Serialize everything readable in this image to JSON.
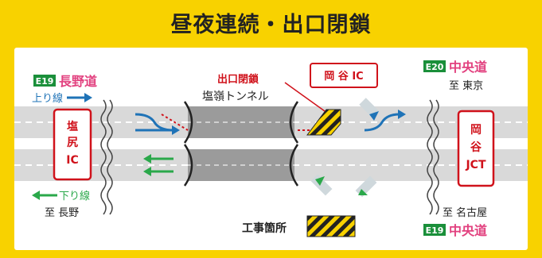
{
  "title": "昼夜連続・出口閉鎖",
  "left": {
    "route_code": "E19",
    "route_name": "長野道",
    "up_line": "上り線",
    "down_line": "下り線",
    "destination": "至 長野",
    "ic": [
      "塩",
      "尻",
      "IC"
    ]
  },
  "right": {
    "top_route_code": "E20",
    "top_route_name": "中央道",
    "top_destination": "至 東京",
    "bottom_destination": "至 名古屋",
    "bottom_route_code": "E19",
    "bottom_route_name": "中央道",
    "jct": [
      "岡",
      "谷",
      "JCT"
    ]
  },
  "center": {
    "tunnel": "塩嶺トンネル",
    "exit_closed": "出口閉鎖",
    "okaya_ic": "岡 谷 IC",
    "construction_legend": "工事箇所"
  },
  "colors": {
    "frame": "#f8d200",
    "route_pink": "#e2417f",
    "up_blue": "#1f73b7",
    "down_green": "#2aa84a",
    "closed_red": "#d0121b",
    "road_gray": "#d9d9d9",
    "tunnel_gray": "#9b9b9b",
    "shield_green": "#1a8f3a"
  }
}
